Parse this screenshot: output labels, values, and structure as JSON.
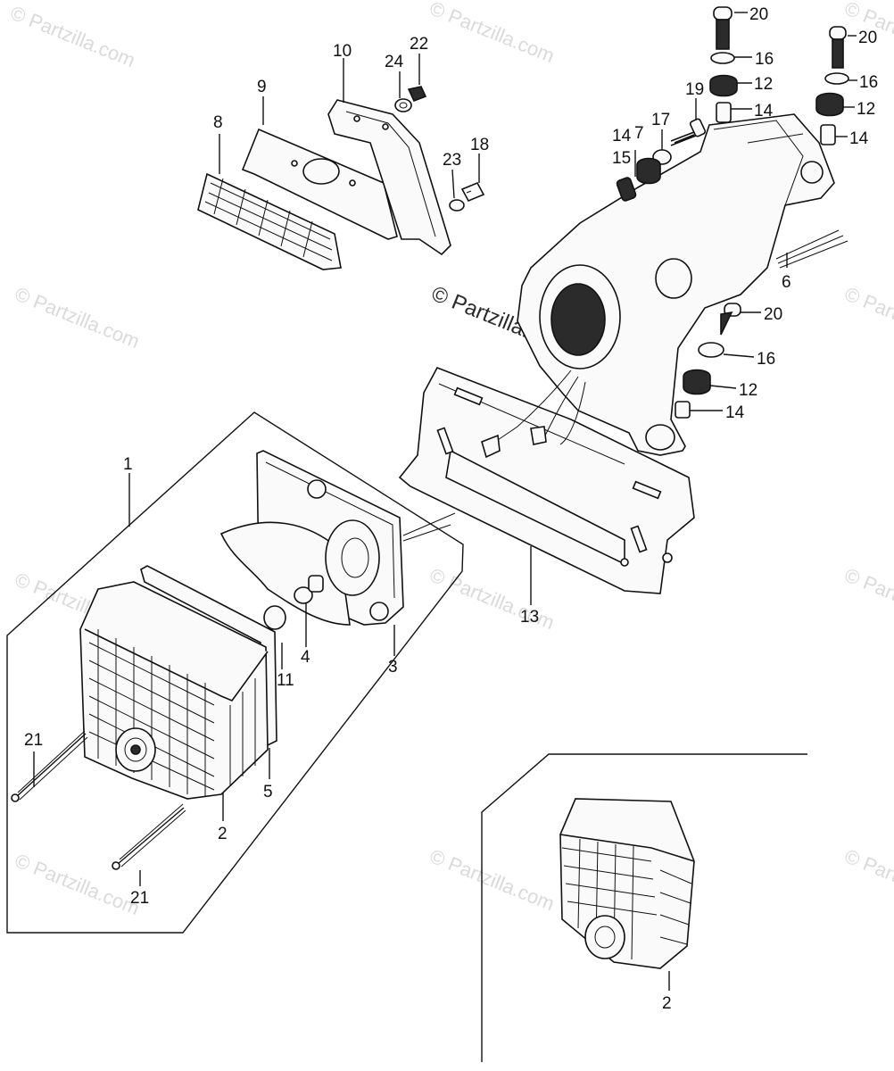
{
  "watermark": {
    "text": "© Partzilla.com",
    "center_text": "© Partzilla.com"
  },
  "callouts": {
    "c1": "1",
    "c2a": "2",
    "c2b": "2",
    "c3": "3",
    "c4": "4",
    "c5": "5",
    "c6": "6",
    "c7": "7",
    "c8": "8",
    "c9": "9",
    "c10": "10",
    "c11": "11",
    "c12a": "12",
    "c12b": "12",
    "c12c": "12",
    "c13": "13",
    "c14a": "14",
    "c14b": "14",
    "c14c": "14",
    "c14d": "14",
    "c15": "15",
    "c16a": "16",
    "c16b": "16",
    "c16c": "16",
    "c17": "17",
    "c18": "18",
    "c19": "19",
    "c20a": "20",
    "c20b": "20",
    "c20c": "20",
    "c21a": "21",
    "c21b": "21",
    "c22": "22",
    "c23": "23",
    "c24": "24"
  }
}
